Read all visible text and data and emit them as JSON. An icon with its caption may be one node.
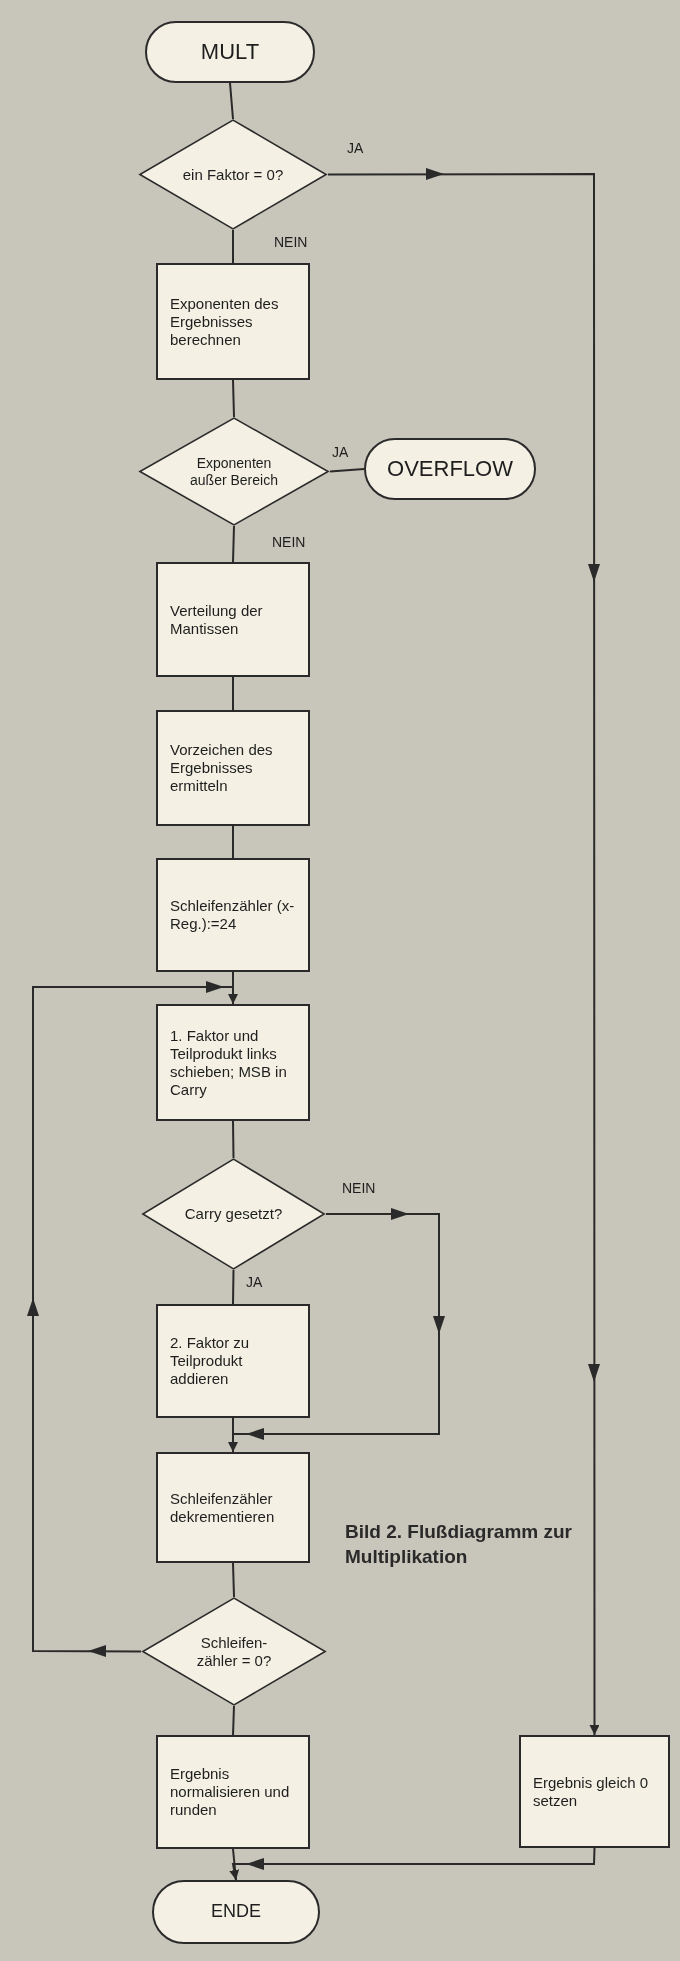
{
  "diagram": {
    "caption": "Bild 2. Flußdiagramm zur Multiplikation",
    "nodes": [
      {
        "text": [
          "MULT"
        ]
      },
      {
        "text": [
          "ein Faktor = 0?"
        ]
      },
      {
        "text": [
          "Exponenten des Ergebnisses berechnen"
        ]
      },
      {
        "text": [
          "Exponenten außer Bereich"
        ]
      },
      {
        "text": [
          "OVERFLOW"
        ]
      },
      {
        "text": [
          "Verteilung der Mantissen"
        ]
      },
      {
        "text": [
          "Vorzeichen des Ergebnisses ermitteln"
        ]
      },
      {
        "text": [
          "Schleifenzähler (x-Reg.):=24"
        ]
      },
      {
        "text": [
          "1. Faktor und Teilprodukt links schieben; MSB in Carry"
        ]
      },
      {
        "text": [
          "Carry gesetzt?"
        ]
      },
      {
        "text": [
          "2. Faktor zu Teilprodukt addieren"
        ]
      },
      {
        "text": [
          "Schleifenzähler dekrementieren"
        ]
      },
      {
        "text": [
          "Schleifen- zähler = 0?"
        ]
      },
      {
        "text": [
          "Ergebnis normalisieren und runden"
        ]
      },
      {
        "text": [
          "Ergebnis gleich 0 setzen"
        ]
      },
      {
        "text": [
          "ENDE"
        ]
      }
    ],
    "edges": [
      {
        "from": 0,
        "to": 1,
        "arrow": "none"
      },
      {
        "from": 1,
        "to": 14,
        "arrow": "to",
        "label": "JA"
      },
      {
        "from": 1,
        "to": 2,
        "arrow": "none",
        "label": "NEIN"
      },
      {
        "from": 2,
        "to": 3,
        "arrow": "none"
      },
      {
        "from": 3,
        "to": 4,
        "arrow": "none",
        "label": "JA"
      },
      {
        "from": 3,
        "to": 5,
        "arrow": "none",
        "label": "NEIN"
      },
      {
        "from": 5,
        "to": 6,
        "arrow": "none"
      },
      {
        "from": 6,
        "to": 7,
        "arrow": "none"
      },
      {
        "from": 7,
        "to": 8,
        "arrow": "none"
      },
      {
        "from": 8,
        "to": 9,
        "arrow": "none"
      },
      {
        "from": 9,
        "to": 10,
        "arrow": "none",
        "label": "JA"
      },
      {
        "from": 9,
        "to": 11,
        "arrow": "to",
        "label": "NEIN"
      },
      {
        "from": 10,
        "to": 11,
        "arrow": "none"
      },
      {
        "from": 11,
        "to": 12,
        "arrow": "none"
      },
      {
        "from": 12,
        "to": 8,
        "arrow": "to"
      },
      {
        "from": 12,
        "to": 13,
        "arrow": "none"
      },
      {
        "from": 13,
        "to": 15,
        "arrow": "none"
      },
      {
        "from": 14,
        "to": 15,
        "arrow": "to"
      }
    ]
  }
}
